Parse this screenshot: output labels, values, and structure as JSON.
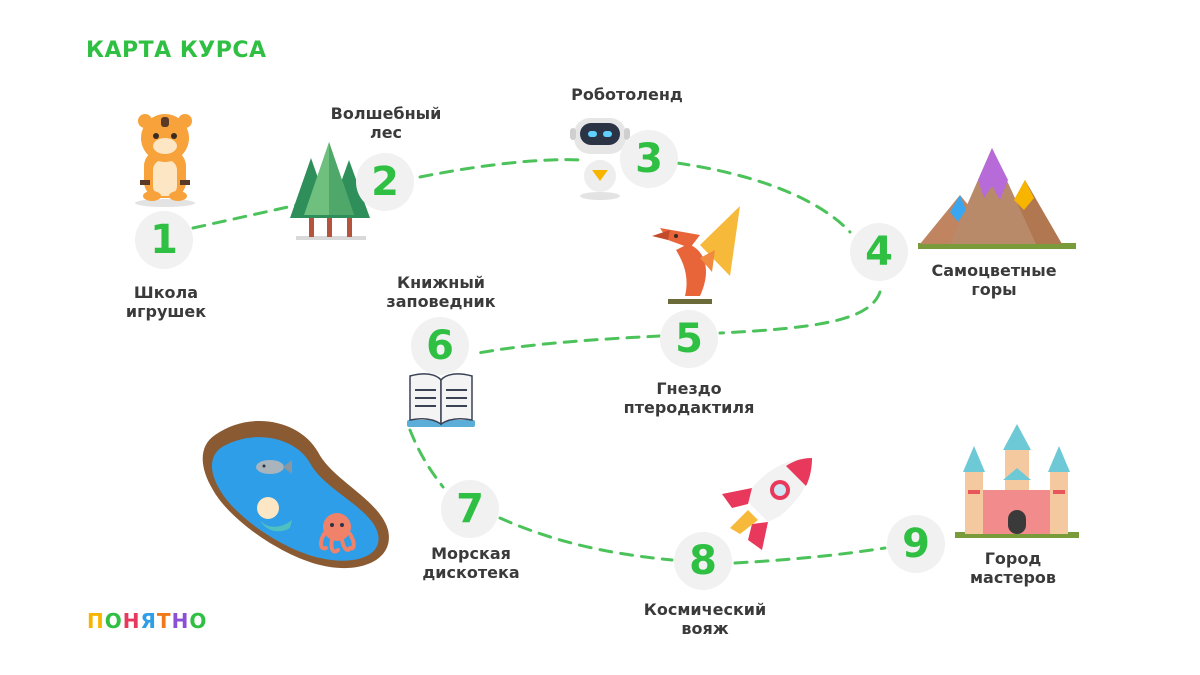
{
  "title": "КАРТА КУРСА",
  "logo": {
    "letters": [
      "П",
      "О",
      "Н",
      "Я",
      "Т",
      "Н",
      "О"
    ],
    "colors": [
      "#f7b500",
      "#2fc043",
      "#e8385b",
      "#2f9ee8",
      "#f07a1a",
      "#8a4fd6",
      "#2fc043"
    ]
  },
  "stations": [
    {
      "number": "1",
      "label": "Школа\nигрушек",
      "icon": "tiger-toy-icon"
    },
    {
      "number": "2",
      "label": "Волшебный\nлес",
      "icon": "forest-icon"
    },
    {
      "number": "3",
      "label": "Роботоленд",
      "icon": "robot-icon"
    },
    {
      "number": "4",
      "label": "Самоцветные\nгоры",
      "icon": "mountains-icon"
    },
    {
      "number": "5",
      "label": "Гнездо\nптеродактиля",
      "icon": "pterodactyl-icon"
    },
    {
      "number": "6",
      "label": "Книжный\nзаповедник",
      "icon": "book-icon"
    },
    {
      "number": "7",
      "label": "Морская\nдискотека",
      "icon": "pond-icon"
    },
    {
      "number": "8",
      "label": "Космический\nвояж",
      "icon": "rocket-icon"
    },
    {
      "number": "9",
      "label": "Город\nмастеров",
      "icon": "castle-icon"
    }
  ],
  "colors": {
    "accent": "#2fc043",
    "path": "#4cc35a",
    "circle": "#f1f1f1",
    "text": "#3a3a3a"
  }
}
